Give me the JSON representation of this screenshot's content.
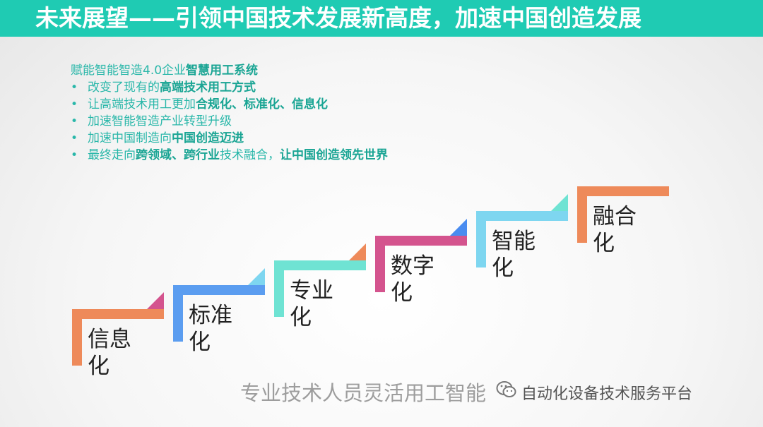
{
  "title": "未来展望——引领中国技术发展新高度，加速中国创造发展",
  "lead": {
    "prefix": "赋能智能智造4.0企业",
    "bold": "智慧用工系统"
  },
  "bullets": [
    {
      "parts": [
        {
          "t": "改变了现有的",
          "b": false
        },
        {
          "t": "高端技术用工方式",
          "b": true
        }
      ]
    },
    {
      "parts": [
        {
          "t": "让高端技术用工更加",
          "b": false
        },
        {
          "t": "合规化、标准化、信息化",
          "b": true
        }
      ]
    },
    {
      "parts": [
        {
          "t": "加速智能智造产业转型升级",
          "b": false
        }
      ]
    },
    {
      "parts": [
        {
          "t": "加速中国制造向",
          "b": false
        },
        {
          "t": "中国创造迈进",
          "b": true
        }
      ]
    },
    {
      "parts": [
        {
          "t": "最终走向",
          "b": false
        },
        {
          "t": "跨领域、跨行业",
          "b": true
        },
        {
          "t": "技术融合，",
          "b": false
        },
        {
          "t": "让中国创造领先世界",
          "b": true
        }
      ]
    }
  ],
  "bullet_symbol": "•",
  "steps": [
    {
      "label": "信息化",
      "color": "#ee8a5a",
      "tri_color": "#d4548e"
    },
    {
      "label": "标准化",
      "color": "#5b9df0",
      "tri_color": "#7ed6f0"
    },
    {
      "label": "专业化",
      "color": "#6fe3d3",
      "tri_color": "#ee8a5a"
    },
    {
      "label": "数字化",
      "color": "#d4548e",
      "tri_color": "#4a8cf0"
    },
    {
      "label": "智能化",
      "color": "#7ed6f0",
      "tri_color": "#6fe3d3"
    },
    {
      "label": "融合化",
      "color": "#ee8a5a",
      "tri_color": null
    }
  ],
  "watermark": "专业技术人员灵活用工智能",
  "platform": "自动化设备技术服务平台",
  "colors": {
    "title_bg": "#1fcbb3",
    "text_teal": "#29b7a9"
  }
}
